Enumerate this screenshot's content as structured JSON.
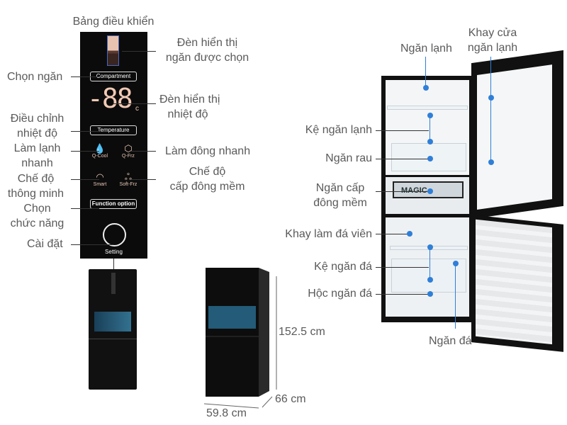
{
  "panel": {
    "title": "Bảng điều khiển",
    "display": "-88",
    "unit": "c",
    "buttons": {
      "compartment": "Compartment",
      "temperature": "Temperature",
      "function": "Function option",
      "setting": "Setting"
    },
    "icons": [
      {
        "label": "Q-Cool",
        "icon": "droplet-snow-icon"
      },
      {
        "label": "Q-Frz",
        "icon": "hexagon-snow-icon"
      },
      {
        "label": "Smart",
        "icon": "head-icon"
      },
      {
        "label": "Soft-Frz",
        "icon": "three-circles-icon"
      }
    ]
  },
  "left_labels": {
    "chon_ngan": "Chọn ngăn",
    "dieu_chinh": [
      "Điều chỉnh",
      "nhiệt độ"
    ],
    "lam_lanh": [
      "Làm lạnh",
      "nhanh"
    ],
    "che_do_tm": [
      "Chế độ",
      "thông minh"
    ],
    "chon_cn": [
      "Chọn",
      "chức năng"
    ],
    "cai_dat": "Cài đặt"
  },
  "right_panel_labels": {
    "den_ngan": [
      "Đèn hiển thị",
      "ngăn được chọn"
    ],
    "den_nhiet": [
      "Đèn hiển thị",
      "nhiệt độ"
    ],
    "lam_dong": "Làm đông nhanh",
    "che_do_cdm": [
      "Chế độ",
      "cấp đông mềm"
    ]
  },
  "dimensions": {
    "height": "152.5 cm",
    "depth": "66 cm",
    "width": "59.8 cm"
  },
  "fridge_labels": {
    "ngan_lanh": "Ngăn lạnh",
    "khay_cua": [
      "Khay cửa",
      "ngăn lạnh"
    ],
    "ke_ngan_lanh": "Kệ ngăn lạnh",
    "ngan_rau": "Ngăn rau",
    "ngan_cap_dong": [
      "Ngăn cấp",
      "đông mềm"
    ],
    "khay_da": "Khay làm đá viên",
    "ke_ngan_da": "Kệ ngăn đá",
    "hoc_ngan_da": "Hộc ngăn đá",
    "ngan_da": "Ngăn đá"
  },
  "fridge_text": {
    "magic": "MAGIC"
  },
  "colors": {
    "accent": "#2f7fd8",
    "panel": "#0b0b0b",
    "display": "#f2c9b4"
  }
}
